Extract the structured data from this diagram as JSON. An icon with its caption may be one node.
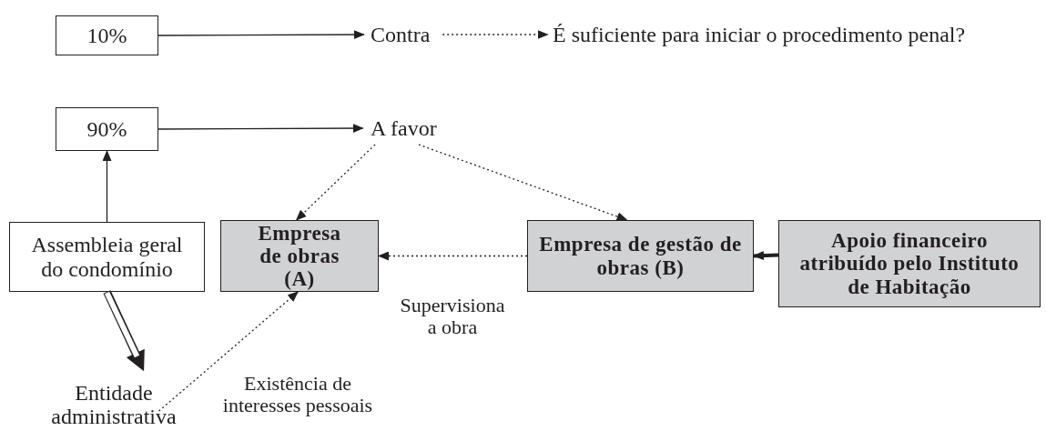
{
  "diagram": {
    "nodes": [
      {
        "text": [
          "10%"
        ]
      },
      {
        "text": [
          "Contra"
        ]
      },
      {
        "text": [
          "É suficiente para iniciar o procedimento penal?"
        ]
      },
      {
        "text": [
          "90%"
        ]
      },
      {
        "text": [
          "A favor"
        ]
      },
      {
        "text": [
          "Assembleia geral do condomínio"
        ]
      },
      {
        "text": [
          "Empresa de obras (A)"
        ]
      },
      {
        "text": [
          "Empresa de gestão de obras (B)"
        ]
      },
      {
        "text": [
          "Apoio financeiro atribuído pelo Instituto de Habitação"
        ]
      },
      {
        "text": [
          "Entidade administrativa"
        ]
      }
    ],
    "edges": [
      {
        "from": 0,
        "to": 1,
        "arrow": "to"
      },
      {
        "from": 1,
        "to": 2,
        "arrow": "to",
        "style": "dashed"
      },
      {
        "from": 3,
        "to": 4,
        "arrow": "to"
      },
      {
        "from": 5,
        "to": 3,
        "arrow": "to"
      },
      {
        "from": 4,
        "to": 6,
        "arrow": "to",
        "style": "dashed"
      },
      {
        "from": 4,
        "to": 7,
        "arrow": "to",
        "style": "dashed"
      },
      {
        "from": 7,
        "to": 6,
        "arrow": "to",
        "style": "dashed",
        "label": "Supervisiona a obra"
      },
      {
        "from": 8,
        "to": 7,
        "arrow": "to",
        "style": "thick"
      },
      {
        "from": 5,
        "to": 9,
        "arrow": "to",
        "style": "thick"
      },
      {
        "from": 9,
        "to": 6,
        "arrow": "to",
        "style": "dashed",
        "label": "Existência de interesses pessoais"
      }
    ]
  }
}
